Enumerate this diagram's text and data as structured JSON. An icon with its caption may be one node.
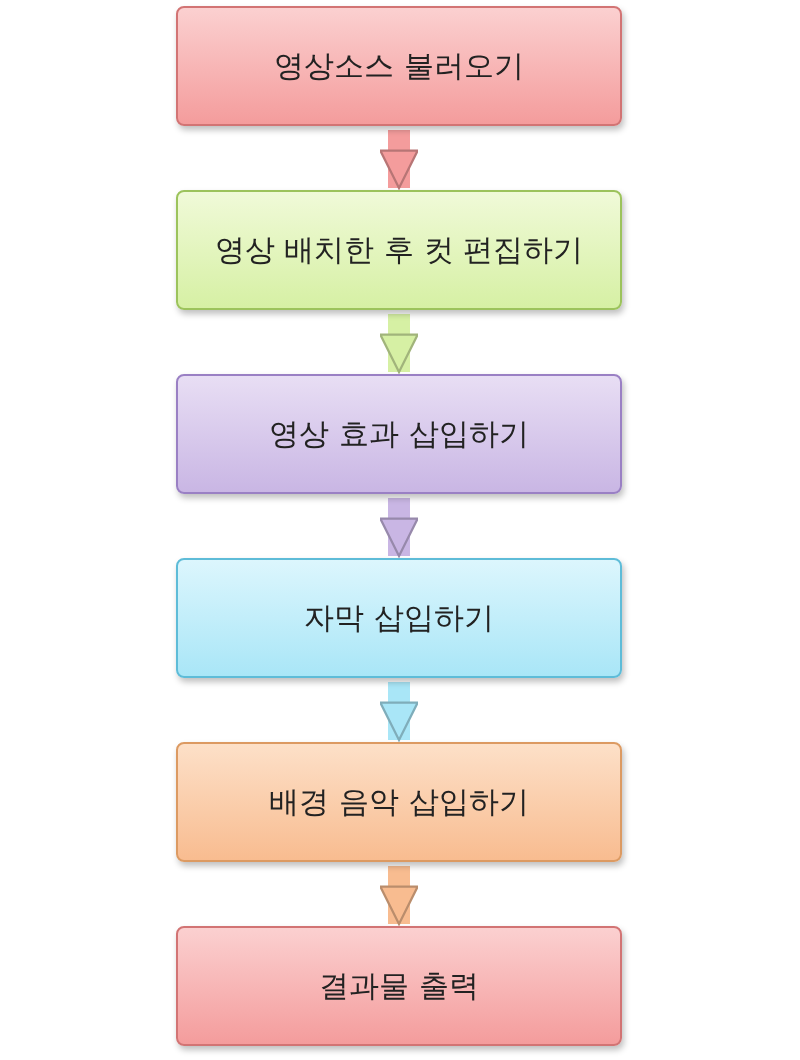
{
  "diagram": {
    "nodes": [
      {
        "text": [
          "영상소스 불러오기"
        ]
      },
      {
        "text": [
          "영상 배치한 후 컷 편집하기"
        ]
      },
      {
        "text": [
          "영상 효과 삽입하기"
        ]
      },
      {
        "text": [
          "자막 삽입하기"
        ]
      },
      {
        "text": [
          "배경 음악 삽입하기"
        ]
      },
      {
        "text": [
          "결과물 출력"
        ]
      }
    ],
    "edges": [
      {
        "from": 0,
        "to": 1,
        "arrow": "to",
        "color": "#f49c9c"
      },
      {
        "from": 1,
        "to": 2,
        "arrow": "to",
        "color": "#d6f0a4"
      },
      {
        "from": 2,
        "to": 3,
        "arrow": "to",
        "color": "#c9b6e4"
      },
      {
        "from": 3,
        "to": 4,
        "arrow": "to",
        "color": "#a9e6f7"
      },
      {
        "from": 4,
        "to": 5,
        "arrow": "to",
        "color": "#f8bc90"
      }
    ]
  }
}
